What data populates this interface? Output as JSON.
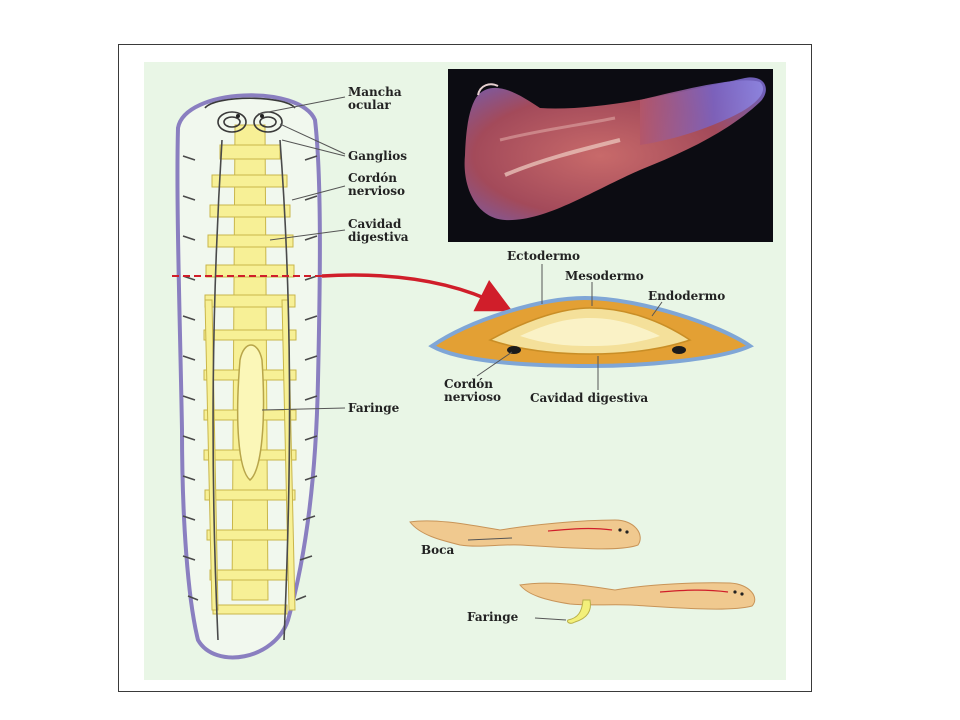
{
  "labels": {
    "mancha_ocular": "Mancha\nocular",
    "ganglios": "Ganglios",
    "cordon_nervioso_long": "Cordón\nnervioso",
    "cavidad_digestiva_long": "Cavidad\ndigestiva",
    "faringe_long": "Faringe",
    "ectodermo": "Ectodermo",
    "mesodermo": "Mesodermo",
    "endodermo": "Endodermo",
    "cordon_nervioso_cross": "Cordón\nnervioso",
    "cavidad_digestiva_cross": "Cavidad digestiva",
    "boca": "Boca",
    "faringe_small": "Faringe"
  },
  "colors": {
    "background_panel": "#e9f6e6",
    "body_outline": "#8a7fc0",
    "digestive": "#f7f096",
    "nerve": "#4a4a4a",
    "arrow": "#d01e2a",
    "photo_bg": "#0c0c12"
  }
}
